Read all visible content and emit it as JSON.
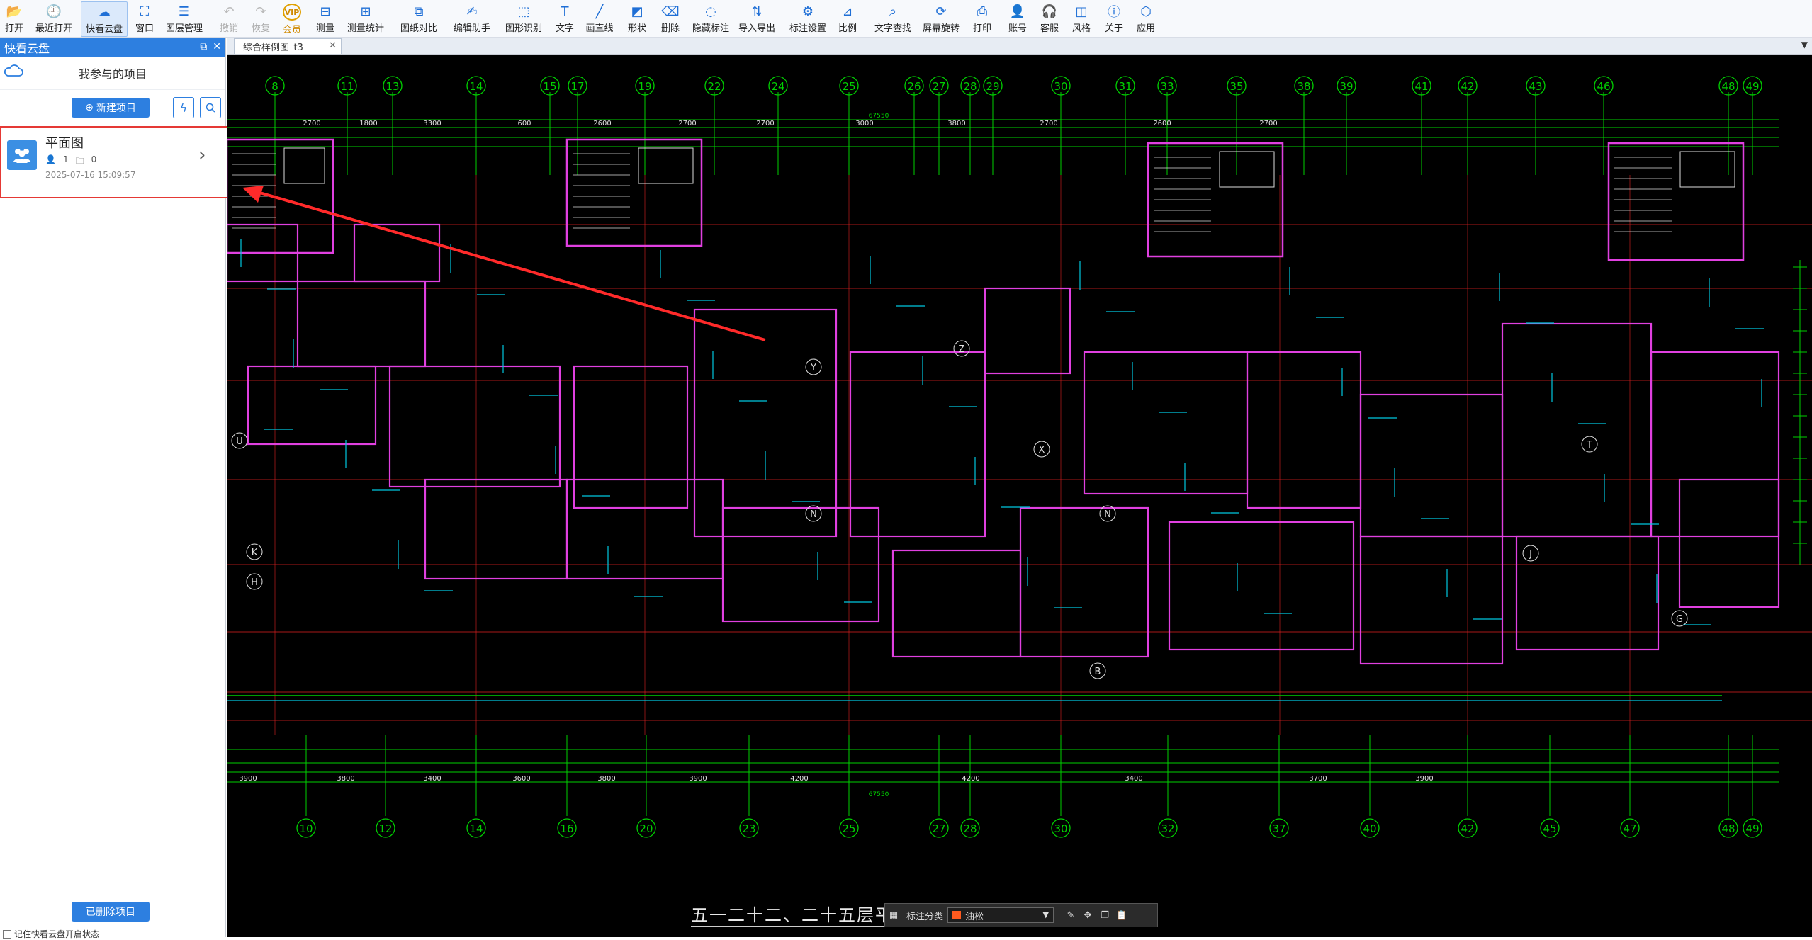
{
  "toolbar": {
    "items": [
      {
        "label": "打开",
        "icon": "folder-open-icon",
        "disabled": false,
        "active": false
      },
      {
        "label": "最近打开",
        "icon": "clock-icon",
        "disabled": false,
        "active": false
      },
      {
        "label": "快看云盘",
        "icon": "cloud-icon",
        "disabled": false,
        "active": true
      },
      {
        "label": "窗口",
        "icon": "window-icon",
        "disabled": false,
        "active": false
      },
      {
        "label": "图层管理",
        "icon": "layers-icon",
        "disabled": false,
        "active": false
      },
      {
        "label": "撤销",
        "icon": "undo-icon",
        "disabled": true,
        "active": false
      },
      {
        "label": "恢复",
        "icon": "redo-icon",
        "disabled": true,
        "active": false
      },
      {
        "label": "会员",
        "icon": "vip-icon",
        "disabled": false,
        "active": false
      },
      {
        "label": "测量",
        "icon": "measure-icon",
        "disabled": false,
        "active": false
      },
      {
        "label": "测量统计",
        "icon": "measure-stats-icon",
        "disabled": false,
        "active": false
      },
      {
        "label": "图纸对比",
        "icon": "compare-icon",
        "disabled": false,
        "active": false
      },
      {
        "label": "编辑助手",
        "icon": "edit-assistant-icon",
        "disabled": false,
        "active": false
      },
      {
        "label": "图形识别",
        "icon": "shape-recognize-icon",
        "disabled": false,
        "active": false
      },
      {
        "label": "文字",
        "icon": "text-icon",
        "disabled": false,
        "active": false
      },
      {
        "label": "画直线",
        "icon": "line-icon",
        "disabled": false,
        "active": false
      },
      {
        "label": "形状",
        "icon": "shape-icon",
        "disabled": false,
        "active": false
      },
      {
        "label": "删除",
        "icon": "eraser-icon",
        "disabled": false,
        "active": false
      },
      {
        "label": "隐藏标注",
        "icon": "hide-annotation-icon",
        "disabled": false,
        "active": false
      },
      {
        "label": "导入导出",
        "icon": "import-export-icon",
        "disabled": false,
        "active": false
      },
      {
        "label": "标注设置",
        "icon": "annotation-settings-icon",
        "disabled": false,
        "active": false
      },
      {
        "label": "比例",
        "icon": "scale-icon",
        "disabled": false,
        "active": false
      },
      {
        "label": "文字查找",
        "icon": "text-search-icon",
        "disabled": false,
        "active": false
      },
      {
        "label": "屏幕旋转",
        "icon": "rotate-icon",
        "disabled": false,
        "active": false
      },
      {
        "label": "打印",
        "icon": "print-icon",
        "disabled": false,
        "active": false
      },
      {
        "label": "账号",
        "icon": "account-icon",
        "disabled": false,
        "active": false
      },
      {
        "label": "客服",
        "icon": "headset-icon",
        "disabled": false,
        "active": false
      },
      {
        "label": "风格",
        "icon": "style-icon",
        "disabled": false,
        "active": false
      },
      {
        "label": "关于",
        "icon": "info-icon",
        "disabled": false,
        "active": false
      },
      {
        "label": "应用",
        "icon": "apps-icon",
        "disabled": false,
        "active": false
      }
    ]
  },
  "panel": {
    "title": "快看云盘",
    "section_title": "我参与的项目",
    "new_project_label": "新建项目",
    "project": {
      "name": "平面图",
      "members": "1",
      "files": "0",
      "date": "2025-07-16 15:09:57"
    },
    "deleted_label": "已删除项目",
    "remember_label": "记住快看云盘开启状态"
  },
  "tabs": {
    "doc": "综合样例图_t3"
  },
  "drawing": {
    "top_axes": [
      "8",
      "11",
      "13",
      "14",
      "15",
      "17",
      "19",
      "22",
      "24",
      "25",
      "26",
      "27",
      "28",
      "29",
      "30",
      "31",
      "33",
      "35",
      "38",
      "39",
      "41",
      "42",
      "43",
      "46",
      "48",
      "49"
    ],
    "bottom_axes": [
      "10",
      "12",
      "14",
      "16",
      "20",
      "23",
      "25",
      "27",
      "28",
      "30",
      "32",
      "37",
      "40",
      "42",
      "45",
      "47",
      "48",
      "49"
    ],
    "overall_dim": "67550",
    "top_dims": [
      "2700",
      "1800",
      "3300",
      "600",
      "2600",
      "2700",
      "2700",
      "3000",
      "3800",
      "2700",
      "2600",
      "2700"
    ],
    "bottom_dims": [
      "3900",
      "3800",
      "3400",
      "3600",
      "3800",
      "3900",
      "4200",
      "4200",
      "3400",
      "3700",
      "3900"
    ],
    "plan_title": "五一二十二、二十五层平面图"
  },
  "bottom_tools": {
    "category_label": "标注分类",
    "category_value": "油松",
    "category_color": "#ff5a1f"
  },
  "colors": {
    "accent": "#2d7fe0",
    "highlight": "#e53935",
    "cad_green": "#00d000",
    "cad_wall": "#e040e0",
    "cad_axis": "#e02020"
  }
}
